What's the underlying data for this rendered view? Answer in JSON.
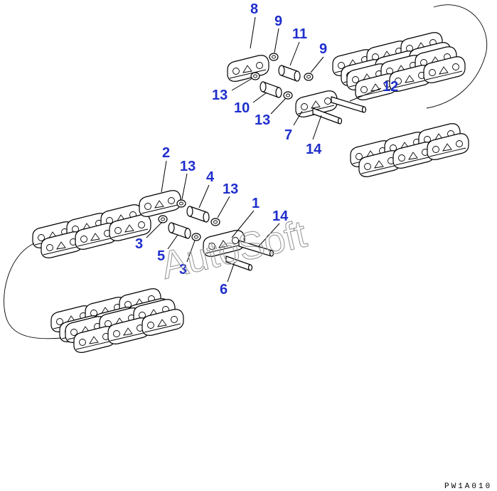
{
  "diagram": {
    "callouts": [
      "8",
      "9",
      "11",
      "9",
      "12",
      "13",
      "10",
      "13",
      "7",
      "14",
      "2",
      "13",
      "4",
      "13",
      "1",
      "14",
      "3",
      "5",
      "3",
      "6"
    ],
    "watermark": "AutoSoft",
    "drawing_code": "PW1A010"
  }
}
